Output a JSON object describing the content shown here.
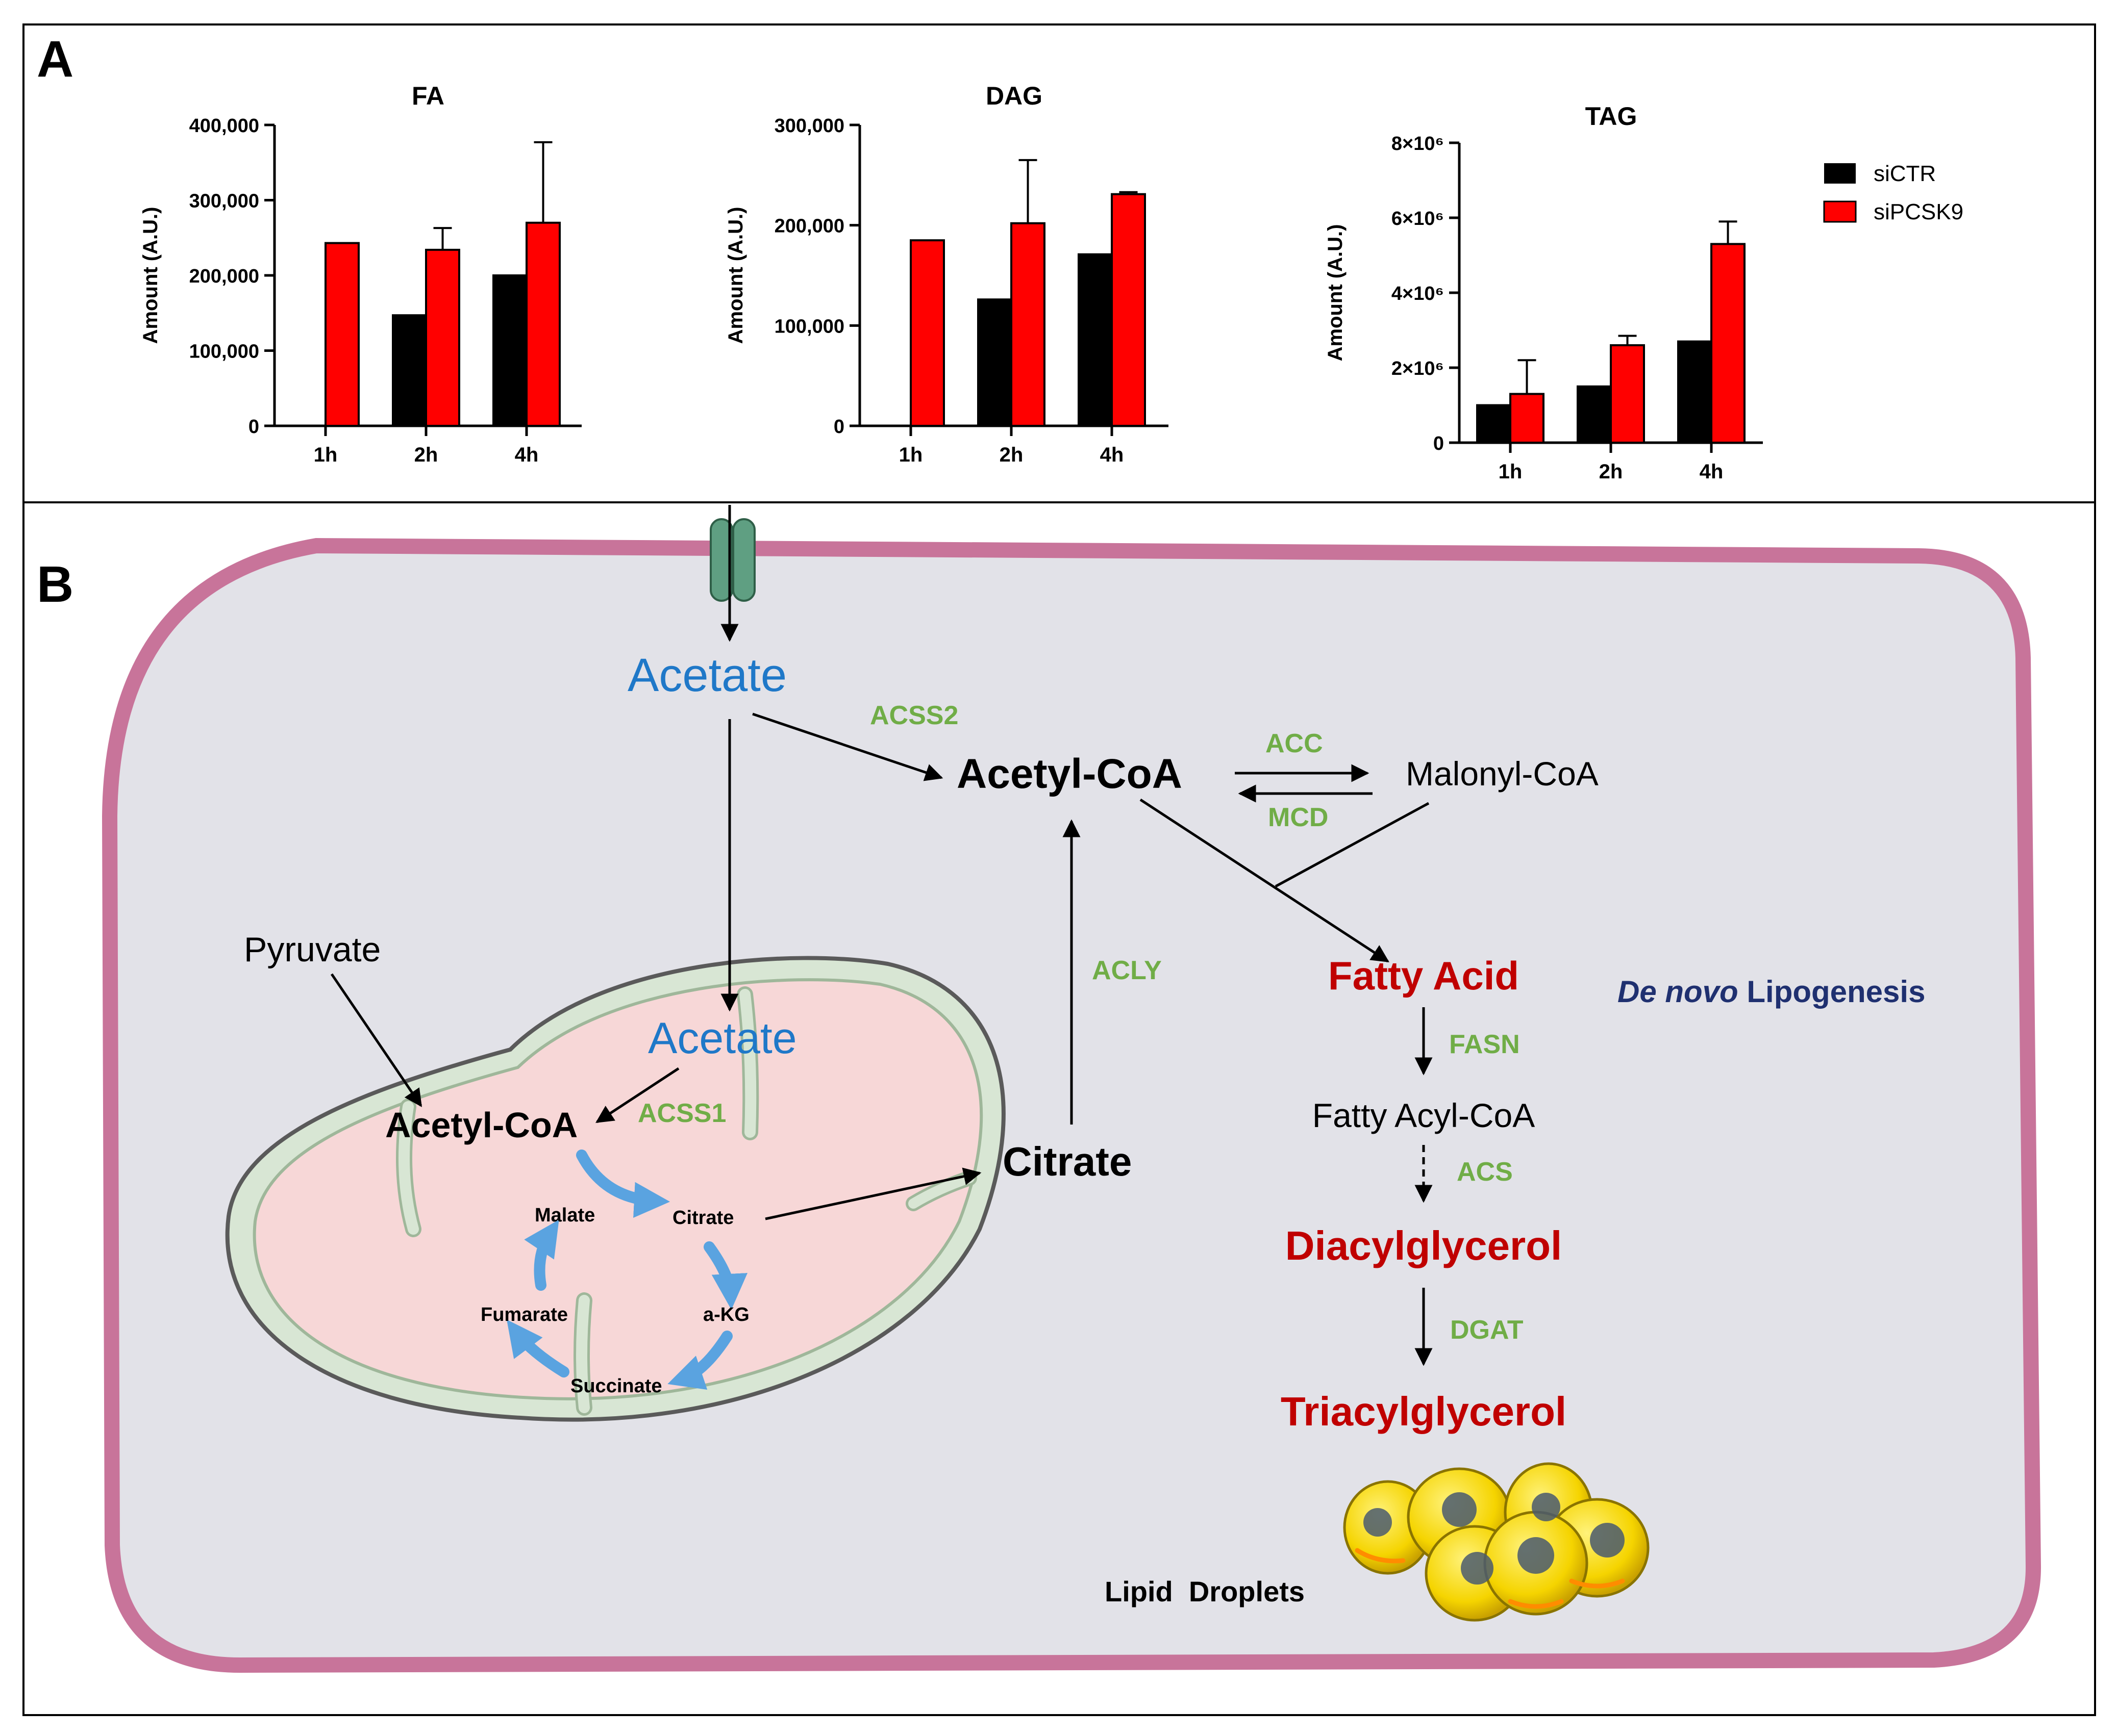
{
  "panel_a_label": "A",
  "panel_b_label": "B",
  "colors": {
    "siCTR": "#000000",
    "siPCSK9": "#ff0000",
    "blue_label": "#1f78c8",
    "enzyme_green": "#70ad47",
    "product_red": "#c00000",
    "navy": "#1f3070",
    "cell_fill": "#e2e2e8",
    "membrane": "#c8749a",
    "mito_outer": "#d8e6d4",
    "mito_matrix": "#f7d7d7",
    "tca_arrow": "#5aa3e0"
  },
  "legend": [
    {
      "name": "siCTR",
      "color": "#000000"
    },
    {
      "name": "siPCSK9",
      "color": "#ff0000"
    }
  ],
  "chart_data": [
    {
      "type": "bar",
      "title": "FA",
      "ylabel": "Amount (A.U.)",
      "categories": [
        "1h",
        "2h",
        "4h"
      ],
      "ylim": [
        0,
        400000
      ],
      "ytick_values": [
        0,
        100000,
        200000,
        300000,
        400000
      ],
      "ytick_labels": [
        "0",
        "100,000",
        "200,000",
        "300,000",
        "400,000"
      ],
      "series": [
        {
          "name": "siCTR",
          "color": "#000000",
          "values": [
            0,
            147000,
            200000
          ],
          "errors": [
            0,
            0,
            0
          ]
        },
        {
          "name": "siPCSK9",
          "color": "#ff0000",
          "values": [
            243000,
            234000,
            270000
          ],
          "errors": [
            0,
            29000,
            107000
          ]
        }
      ]
    },
    {
      "type": "bar",
      "title": "DAG",
      "ylabel": "Amount (A.U.)",
      "categories": [
        "1h",
        "2h",
        "4h"
      ],
      "ylim": [
        0,
        300000
      ],
      "ytick_values": [
        0,
        100000,
        200000,
        300000
      ],
      "ytick_labels": [
        "0",
        "100,000",
        "200,000",
        "300,000"
      ],
      "series": [
        {
          "name": "siCTR",
          "color": "#000000",
          "values": [
            0,
            126000,
            171000
          ],
          "errors": [
            0,
            0,
            0
          ]
        },
        {
          "name": "siPCSK9",
          "color": "#ff0000",
          "values": [
            185000,
            202000,
            231000
          ],
          "errors": [
            0,
            63000,
            2000
          ]
        }
      ]
    },
    {
      "type": "bar",
      "title": "TAG",
      "ylabel": "Amount (A.U.)",
      "categories": [
        "1h",
        "2h",
        "4h"
      ],
      "ylim": [
        0,
        8000000
      ],
      "ytick_values": [
        0,
        2000000,
        4000000,
        6000000,
        8000000
      ],
      "ytick_labels": [
        "0",
        "2×10⁶",
        "4×10⁶",
        "6×10⁶",
        "8×10⁶"
      ],
      "series": [
        {
          "name": "siCTR",
          "color": "#000000",
          "values": [
            1000000,
            1500000,
            2700000
          ],
          "errors": [
            0,
            0,
            0
          ]
        },
        {
          "name": "siPCSK9",
          "color": "#ff0000",
          "values": [
            1300000,
            2600000,
            5300000
          ],
          "errors": [
            900000,
            250000,
            600000
          ]
        }
      ]
    }
  ],
  "pathway": {
    "acetate_outer": "Acetate",
    "acss2": "ACSS2",
    "acetyl_coa": "Acetyl-CoA",
    "acc": "ACC",
    "mcd": "MCD",
    "malonyl_coa": "Malonyl-CoA",
    "acly": "ACLY",
    "citrate_cyto": "Citrate",
    "fatty_acid": "Fatty Acid",
    "fasn": "FASN",
    "fatty_acyl_coa": "Fatty Acyl-CoA",
    "acs": "ACS",
    "diacylglycerol": "Diacylglycerol",
    "dgat": "DGAT",
    "triacylglycerol": "Triacylglycerol",
    "lipid_droplets": "Lipid  Droplets",
    "dnl_italic": "De novo",
    "dnl_rest": " Lipogenesis",
    "pyruvate": "Pyruvate",
    "acetate_mito": "Acetate",
    "acetyl_coa_mito": "Acetyl-CoA",
    "acss1": "ACSS1",
    "tca": {
      "malate": "Malate",
      "citrate": "Citrate",
      "akg": "a-KG",
      "fumarate": "Fumarate",
      "succinate": "Succinate"
    }
  }
}
